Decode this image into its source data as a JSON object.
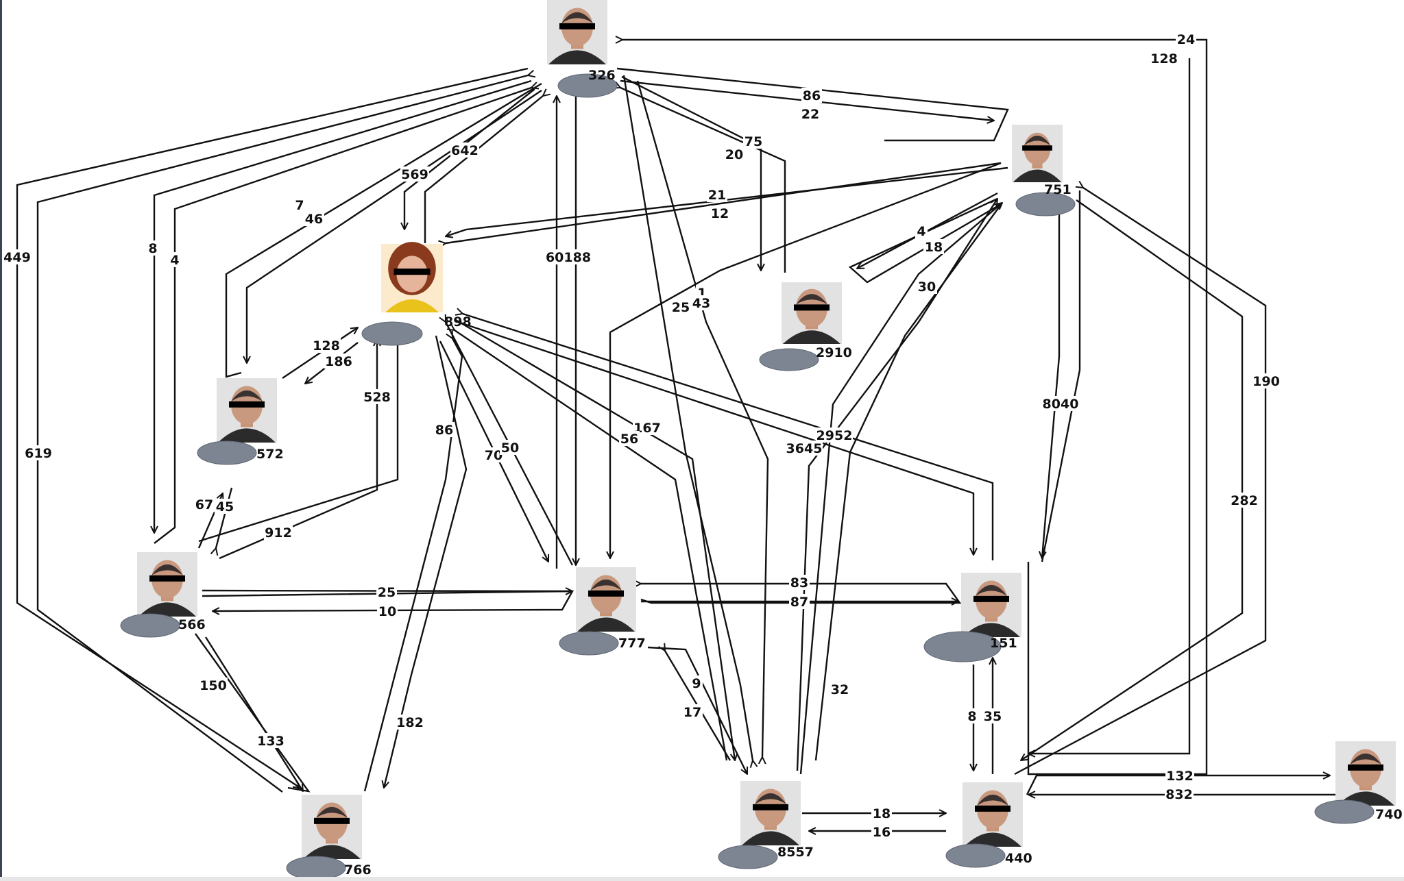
{
  "colors": {
    "edge": "#111111",
    "mask": "#7d8593",
    "mask_stroke": "#5f6673",
    "censor_bar": "#000000",
    "background": "#ffffff"
  },
  "nodes": [
    {
      "key": "n326",
      "id_text": "326",
      "icon": "male-suspect-photo"
    },
    {
      "key": "n751",
      "id_text": "751",
      "icon": "male-suspect-photo"
    },
    {
      "key": "n898",
      "id_text": "898",
      "icon": "female-suspect-photo"
    },
    {
      "key": "n910",
      "id_text": "2910",
      "icon": "male-suspect-photo"
    },
    {
      "key": "n572",
      "id_text": "572",
      "icon": "male-suspect-photo"
    },
    {
      "key": "n566",
      "id_text": "566",
      "icon": "male-suspect-photo"
    },
    {
      "key": "n777",
      "id_text": "777",
      "icon": "male-suspect-photo"
    },
    {
      "key": "n151",
      "id_text": "151",
      "icon": "male-suspect-photo"
    },
    {
      "key": "n766",
      "id_text": "766",
      "icon": "male-suspect-photo"
    },
    {
      "key": "n557",
      "id_text": "8557",
      "icon": "male-suspect-photo"
    },
    {
      "key": "n440",
      "id_text": "440",
      "icon": "male-suspect-photo"
    },
    {
      "key": "n740",
      "id_text": "740",
      "icon": "male-suspect-photo"
    }
  ],
  "edge_labels": [
    "24",
    "128",
    "86",
    "22",
    "75",
    "20",
    "21",
    "12",
    "4",
    "18",
    "449",
    "619",
    "8",
    "4",
    "7",
    "46",
    "569",
    "642",
    "60188",
    "1",
    "25",
    "43",
    "30",
    "190",
    "8040",
    "128",
    "186",
    "528",
    "86",
    "70",
    "50",
    "167",
    "56",
    "2952",
    "3645",
    "67",
    "45",
    "912",
    "282",
    "25",
    "10",
    "83",
    "87",
    "9",
    "17",
    "32",
    "150",
    "133",
    "182",
    "8",
    "35",
    "18",
    "16",
    "132",
    "832"
  ]
}
